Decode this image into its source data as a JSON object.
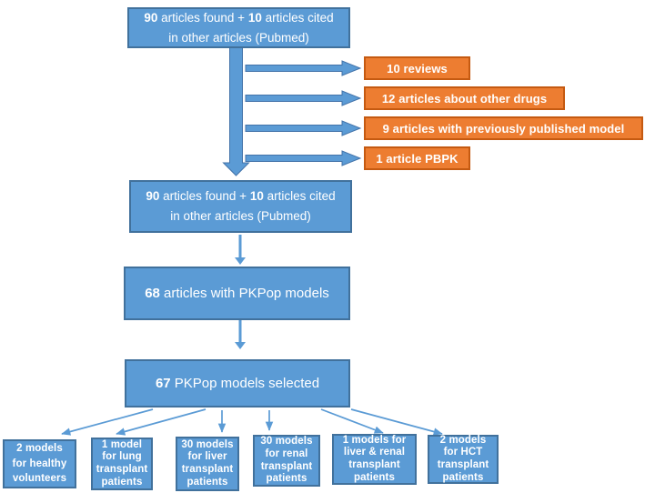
{
  "colors": {
    "blue_fill": "#5B9BD5",
    "blue_border": "#41719C",
    "orange_fill": "#ED7D31",
    "orange_border": "#C55A11",
    "text": "#FFFFFF"
  },
  "flow": {
    "top_box": {
      "num1": "90",
      "mid": " articles found + ",
      "num2": "10",
      "tail": " articles cited",
      "line2": "in other articles (Pubmed)"
    },
    "excluded_boxes": [
      {
        "label": "10 reviews"
      },
      {
        "label": "12 articles about other drugs"
      },
      {
        "label": "9 articles with previously published model"
      },
      {
        "label": "1 article PBPK"
      }
    ],
    "second_box": {
      "num1": "90",
      "mid": " articles found + ",
      "num2": "10",
      "tail": " articles cited",
      "line2": "in other articles (Pubmed)"
    },
    "pkpop_articles_box": {
      "num": "68",
      "rest": " articles with PKPop models"
    },
    "selected_box": {
      "num": "67",
      "rest": " PKPop models selected"
    },
    "outcome_boxes": [
      {
        "lines": [
          "2 models",
          "for healthy",
          "volunteers"
        ]
      },
      {
        "lines": [
          "1 model",
          "for lung",
          "transplant",
          "patients"
        ]
      },
      {
        "lines": [
          "30 models",
          "for liver",
          "transplant",
          "patients"
        ]
      },
      {
        "lines": [
          "30 models",
          "for renal",
          "transplant",
          "patients"
        ]
      },
      {
        "lines": [
          "1 models for",
          "liver & renal",
          "transplant",
          "patients"
        ]
      },
      {
        "lines": [
          "2 models",
          "for HCT",
          "transplant",
          "patients"
        ]
      }
    ]
  }
}
